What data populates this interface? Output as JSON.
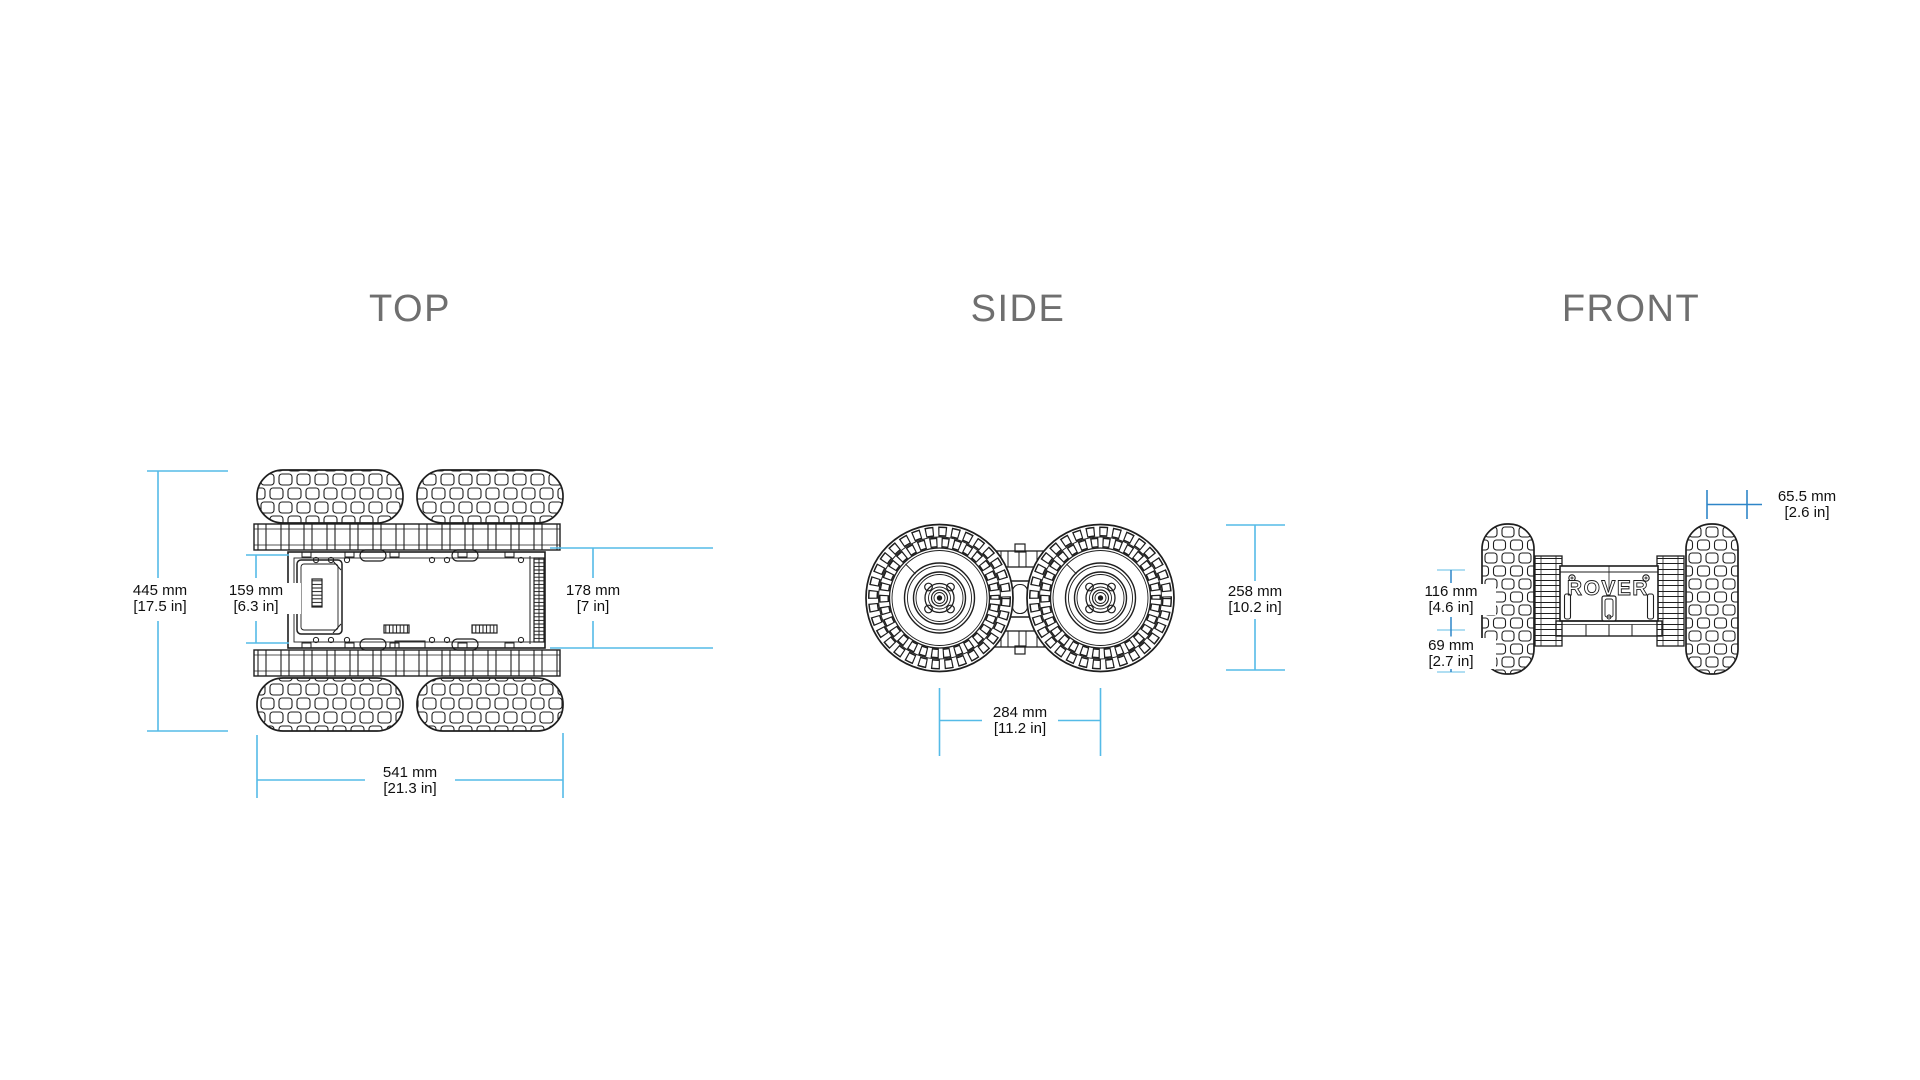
{
  "document": {
    "type": "technical-drawing",
    "subject": "tracked rover chassis dimensional drawing"
  },
  "branding": {
    "logo_text": "ROVER"
  },
  "colors": {
    "background": "#ffffff",
    "drawing_line": "#1e1e1e",
    "dimension_line": "#55bbe7",
    "dimension_line_dark": "#2e86c8",
    "dimension_tick_light": "#a5daf1",
    "dimension_text": "#101010",
    "view_label": "#6f6f6f"
  },
  "views": {
    "top": {
      "label": "TOP",
      "dims": {
        "overall_width": {
          "mm": "445 mm",
          "in": "[17.5 in]"
        },
        "chassis_width": {
          "mm": "159 mm",
          "in": "[6.3 in]"
        },
        "chassis_length": {
          "mm": "178 mm",
          "in": "[7 in]"
        },
        "overall_length": {
          "mm": "541 mm",
          "in": "[21.3 in]"
        }
      }
    },
    "side": {
      "label": "SIDE",
      "dims": {
        "wheel_diameter": {
          "mm": "258 mm",
          "in": "[10.2 in]"
        },
        "wheelbase": {
          "mm": "284 mm",
          "in": "[11.2 in]"
        }
      }
    },
    "front": {
      "label": "FRONT",
      "dims": {
        "tire_width": {
          "mm": "65.5 mm",
          "in": "[2.6 in]"
        },
        "body_height": {
          "mm": "116 mm",
          "in": "[4.6 in]"
        },
        "ground_clearance": {
          "mm": "69 mm",
          "in": "[2.7 in]"
        }
      }
    }
  }
}
